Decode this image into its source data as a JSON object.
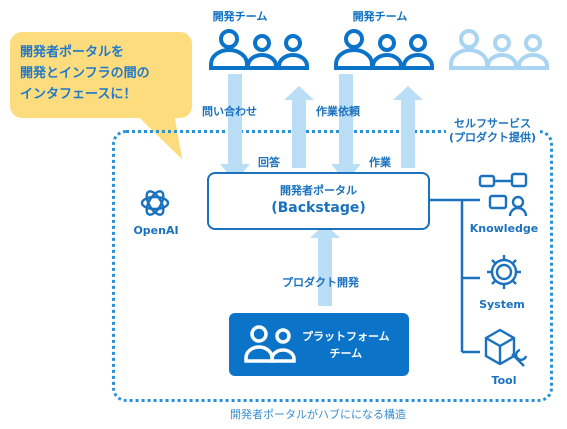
{
  "teams": [
    {
      "label": "開発チーム"
    },
    {
      "label": "開発チーム"
    }
  ],
  "callout": {
    "lines": [
      "開発者ポータルを",
      "開発とインフラの間の",
      "インタフェースに！"
    ]
  },
  "arrows": {
    "inquiry": "問い合わせ",
    "answer": "回答",
    "work_request": "作業依頼",
    "work": "作業",
    "product_dev": "プロダクト開発"
  },
  "self_service": {
    "line1": "セルフサービス",
    "line2": "(プロダクト提供)"
  },
  "portal": {
    "title": "開発者ポータル",
    "subtitle": "(Backstage)"
  },
  "platform_team": {
    "line1": "プラットフォーム",
    "line2": "チーム"
  },
  "openai": {
    "label": "OpenAI"
  },
  "services": [
    {
      "label": "Knowledge",
      "icon": "knowledge-icon"
    },
    {
      "label": "System",
      "icon": "gear-icon"
    },
    {
      "label": "Tool",
      "icon": "tool-box-icon"
    }
  ],
  "caption": "開発者ポータルがハブにになる構造",
  "colors": {
    "primary": "#0b74c9",
    "accent_yellow": "#fddc7e",
    "arrow_light": "#b9def5"
  }
}
